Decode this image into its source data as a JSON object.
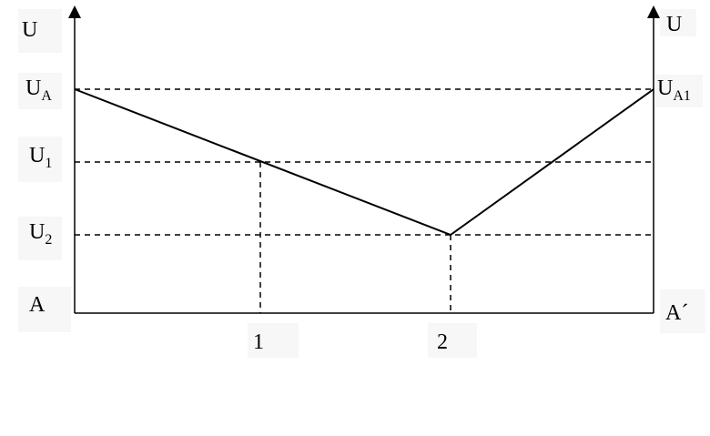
{
  "diagram": {
    "left_axis_label": "U",
    "right_axis_label": "U",
    "levels": [
      {
        "main": "U",
        "sub": "A"
      },
      {
        "main": "U",
        "sub": "1"
      },
      {
        "main": "U",
        "sub": "2"
      }
    ],
    "right_level_label": {
      "main": "U",
      "sub": "A1"
    },
    "left_end_label": "A",
    "right_end_label": "A´",
    "x_marks": [
      "1",
      "2"
    ]
  }
}
